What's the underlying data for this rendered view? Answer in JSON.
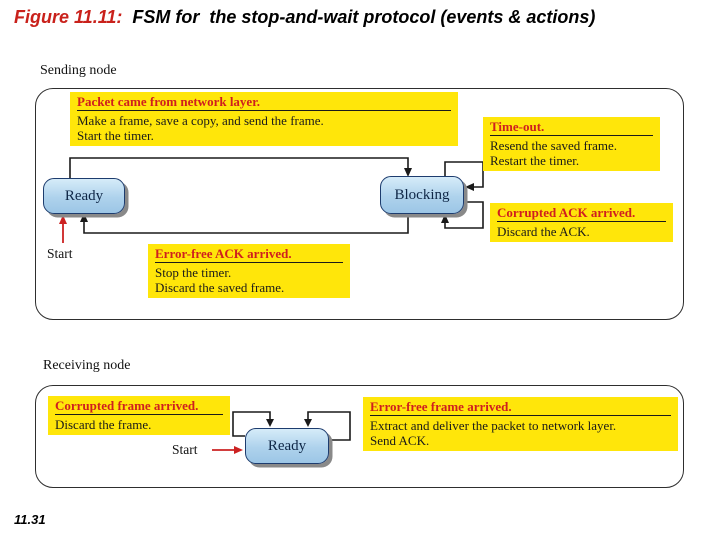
{
  "title": {
    "figure_label": "Figure 11.11:",
    "text": "FSM for  the stop-and-wait protocol (events & actions)"
  },
  "page_number": "11.31",
  "colors": {
    "figure_label_red": "#c9211b",
    "event_box_yellow": "#ffe60a",
    "event_title_red": "#cf1f1f",
    "state_fill_blue": "#aed2ec",
    "start_arrow_red": "#cc2222"
  },
  "sender": {
    "label": "Sending node",
    "start_label": "Start",
    "states": [
      {
        "name": "Ready"
      },
      {
        "name": "Blocking"
      }
    ],
    "events": [
      {
        "id": "packet-from-network",
        "title": "Packet came from network layer.",
        "actions": [
          "Make a frame, save a copy, and send the frame.",
          "Start the timer."
        ]
      },
      {
        "id": "time-out",
        "title": "Time-out.",
        "actions": [
          "Resend the saved frame.",
          "Restart the timer."
        ]
      },
      {
        "id": "error-free-ack",
        "title": "Error-free ACK arrived.",
        "actions": [
          "Stop the timer.",
          "Discard the saved frame."
        ]
      },
      {
        "id": "corrupted-ack",
        "title": "Corrupted ACK arrived.",
        "actions": [
          "Discard the ACK."
        ]
      }
    ]
  },
  "receiver": {
    "label": "Receiving node",
    "start_label": "Start",
    "state": "Ready",
    "events": [
      {
        "id": "corrupted-frame",
        "title": "Corrupted frame arrived.",
        "actions": [
          "Discard the frame."
        ]
      },
      {
        "id": "error-free-frame",
        "title": "Error-free frame arrived.",
        "actions": [
          "Extract and deliver the packet to network layer.",
          "Send ACK."
        ]
      }
    ]
  }
}
